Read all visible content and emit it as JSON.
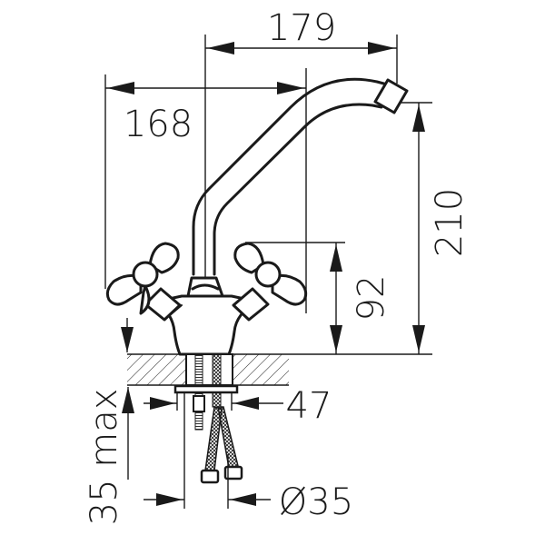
{
  "drawing": {
    "subject": "two-handle mixer tap technical dimension drawing",
    "colors": {
      "line": "#1a1a1a",
      "background": "#ffffff"
    },
    "dimensions": {
      "spout_reach": {
        "label": "179",
        "orientation": "horizontal"
      },
      "overall_width": {
        "label": "168",
        "orientation": "horizontal"
      },
      "overall_height": {
        "label": "210",
        "orientation": "vertical"
      },
      "handle_height": {
        "label": "92",
        "orientation": "vertical"
      },
      "mount_plate_width": {
        "label": "47",
        "orientation": "horizontal"
      },
      "countertop_thickness": {
        "label": "35 max",
        "orientation": "vertical"
      },
      "hole_diameter": {
        "label": "Ø35",
        "orientation": "horizontal"
      }
    },
    "components": [
      "spout",
      "aerator",
      "left-cross-handle",
      "right-cross-handle",
      "body",
      "countertop",
      "mounting-stud",
      "nut",
      "flexible-hoses",
      "hose-fittings"
    ]
  }
}
